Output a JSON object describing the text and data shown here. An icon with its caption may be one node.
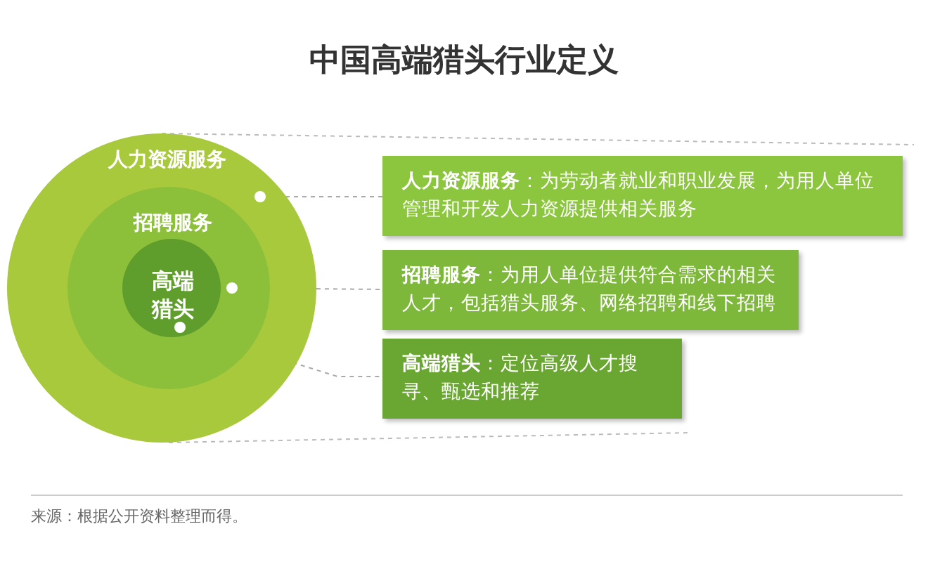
{
  "diagram": {
    "title": "中国高端猎头行业定义",
    "nodes": [
      {
        "text": [
          "人力资源服务"
        ]
      },
      {
        "text": [
          "招聘服务"
        ],
        "in": 0
      },
      {
        "text": [
          "高端猎头"
        ],
        "in": 1
      },
      {
        "text": [
          "**人力资源服务**：为劳动者就业和职业发展，为用人单位管理和开发人力资源提供相关服务"
        ]
      },
      {
        "text": [
          "**招聘服务**：为用人单位提供符合需求的相关人才，包括猎头服务、网络招聘和线下招聘"
        ]
      },
      {
        "text": [
          "**高端猎头**：定位高级人才搜寻、甄选和推荐"
        ]
      }
    ],
    "edges": [
      {
        "from": 0,
        "to": 3,
        "arrow": "none",
        "style": "dashed"
      },
      {
        "from": 1,
        "to": 4,
        "arrow": "none",
        "style": "dashed"
      },
      {
        "from": 2,
        "to": 5,
        "arrow": "none",
        "style": "dashed"
      }
    ],
    "labels": [
      "来源：根据公开资料整理而得。"
    ]
  }
}
